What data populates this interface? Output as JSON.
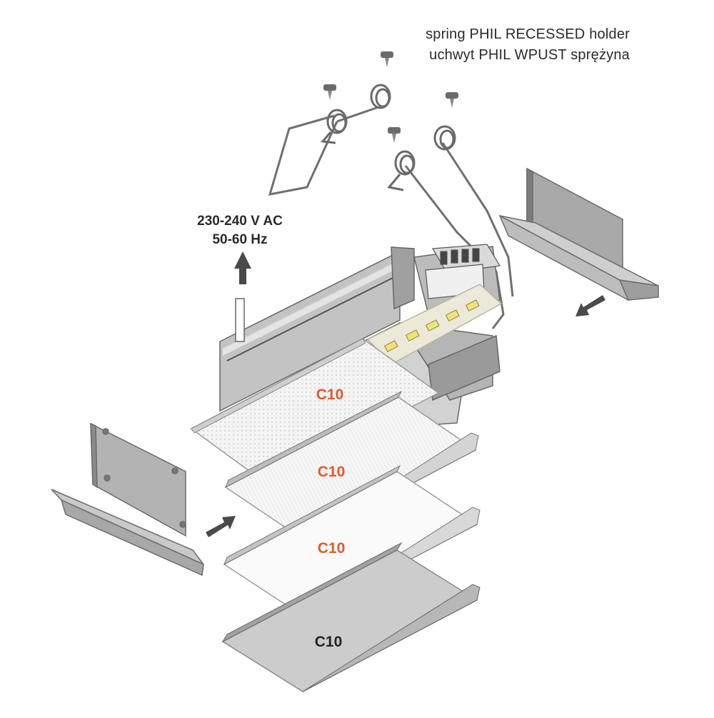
{
  "holder": {
    "line1": "spring PHIL RECESSED holder",
    "line2": "uchwyt PHIL WPUST sprężyna"
  },
  "power": {
    "voltage": "230-240 V AC",
    "frequency": "50-60 Hz"
  },
  "covers": [
    {
      "label": "C10",
      "color": "#e05a2b"
    },
    {
      "label": "C10",
      "color": "#e05a2b"
    },
    {
      "label": "C10",
      "color": "#e05a2b"
    },
    {
      "label": "C10",
      "color": "#222222"
    }
  ],
  "colors": {
    "aluminium": "#c9c9c9",
    "aluminium_dark": "#8e8e8e",
    "outline": "#5a5a5a",
    "arrow": "#4a4a4a",
    "led_strip": "#ece9d9",
    "led_chip": "#f2e27a"
  }
}
